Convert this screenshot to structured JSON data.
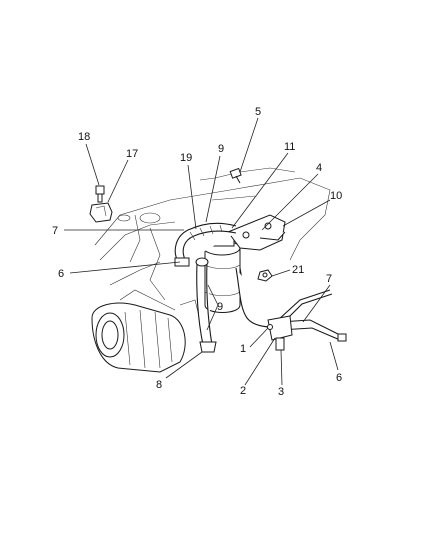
{
  "diagram": {
    "callouts": [
      {
        "id": "c18",
        "label": "18"
      },
      {
        "id": "c17",
        "label": "17"
      },
      {
        "id": "c19",
        "label": "19"
      },
      {
        "id": "c9a",
        "label": "9"
      },
      {
        "id": "c5",
        "label": "5"
      },
      {
        "id": "c11",
        "label": "11"
      },
      {
        "id": "c4",
        "label": "4"
      },
      {
        "id": "c10",
        "label": "10"
      },
      {
        "id": "c7a",
        "label": "7"
      },
      {
        "id": "c6a",
        "label": "6"
      },
      {
        "id": "c21",
        "label": "21"
      },
      {
        "id": "c7b",
        "label": "7"
      },
      {
        "id": "c9b",
        "label": "9"
      },
      {
        "id": "c1",
        "label": "1"
      },
      {
        "id": "c8",
        "label": "8"
      },
      {
        "id": "c2",
        "label": "2"
      },
      {
        "id": "c3",
        "label": "3"
      },
      {
        "id": "c6b",
        "label": "6"
      }
    ]
  }
}
